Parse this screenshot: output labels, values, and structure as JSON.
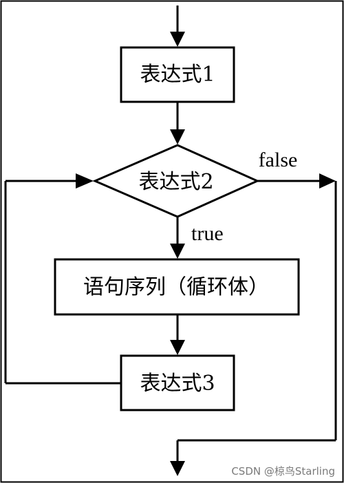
{
  "diagram": {
    "nodes": {
      "expr1": "表达式1",
      "expr2": "表达式2",
      "body": "语句序列（循环体）",
      "expr3": "表达式3"
    },
    "edge_labels": {
      "false": "false",
      "true": "true"
    },
    "watermark": "CSDN @椋鸟Starling"
  }
}
